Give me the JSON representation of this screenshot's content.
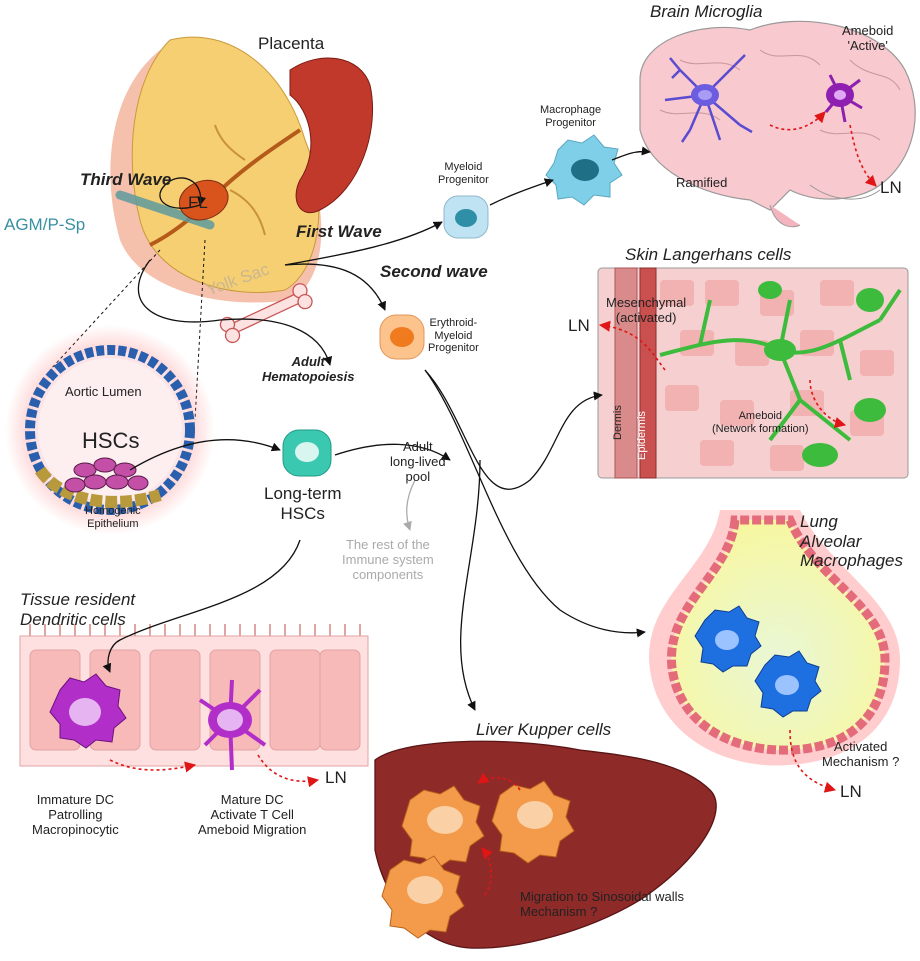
{
  "labels": {
    "placenta": "Placenta",
    "third_wave": "Third Wave",
    "fl": "FL",
    "agm": "AGM/P-Sp",
    "first_wave": "First Wave",
    "yolk_sac": "Yolk Sac",
    "second_wave": "Second wave",
    "myeloid_progenitor": "Myeloid\nProgenitor",
    "macrophage_progenitor": "Macrophage\nProgenitor",
    "erythroid_myeloid_progenitor": "Erythroid-\nMyeloid\nProgenitor",
    "adult_hematopoiesis": "Adult\nHematopoiesis",
    "aortic_lumen": "Aortic Lumen",
    "hscs": "HSCs",
    "homogenic_epithelium": "Homogenic\nEpithelium",
    "long_term_hscs": "Long-term\nHSCs",
    "adult_pool": "Adult\nlong-lived\npool",
    "rest_immune": "The rest of the\nImmune system\ncomponents"
  },
  "brain": {
    "title": "Brain Microglia",
    "ameboid": "Ameboid\n'Active'",
    "ramified": "Ramified",
    "ln": "LN"
  },
  "skin": {
    "title": "Skin Langerhans cells",
    "mesenchymal": "Mesenchymal\n(activated)",
    "ln": "LN",
    "ameboid": "Ameboid\n(Network formation)",
    "dermis": "Dermis",
    "epidermis": "Epidermis"
  },
  "lung": {
    "title": "Lung\nAlveolar\nMacrophages",
    "activated": "Activated\nMechanism ?",
    "ln": "LN"
  },
  "dc": {
    "title": "Tissue resident\nDendritic cells",
    "immature": "Immature DC\nPatrolling\nMacropinocytic",
    "mature": "Mature DC\nActivate T Cell\nAmeboid Migration",
    "ln": "LN"
  },
  "liver": {
    "title": "Liver Kupper cells",
    "migration": "Migration to Sinosoidal walls\nMechanism ?"
  },
  "colors": {
    "placenta": "#c0392b",
    "yolk_sac": "#f6cf72",
    "brain": "#f8c9cf",
    "microglia_ramified": "#6b5ce0",
    "microglia_active": "#8e1fb0",
    "langerhans": "#3dbb3d",
    "lung_macrophage": "#1e6fe0",
    "dendritic": "#b12fc8",
    "kupffer": "#f39b4b",
    "liver": "#8e2a28",
    "hsc": "#35c4b0",
    "arrow_red": "#e01515"
  }
}
